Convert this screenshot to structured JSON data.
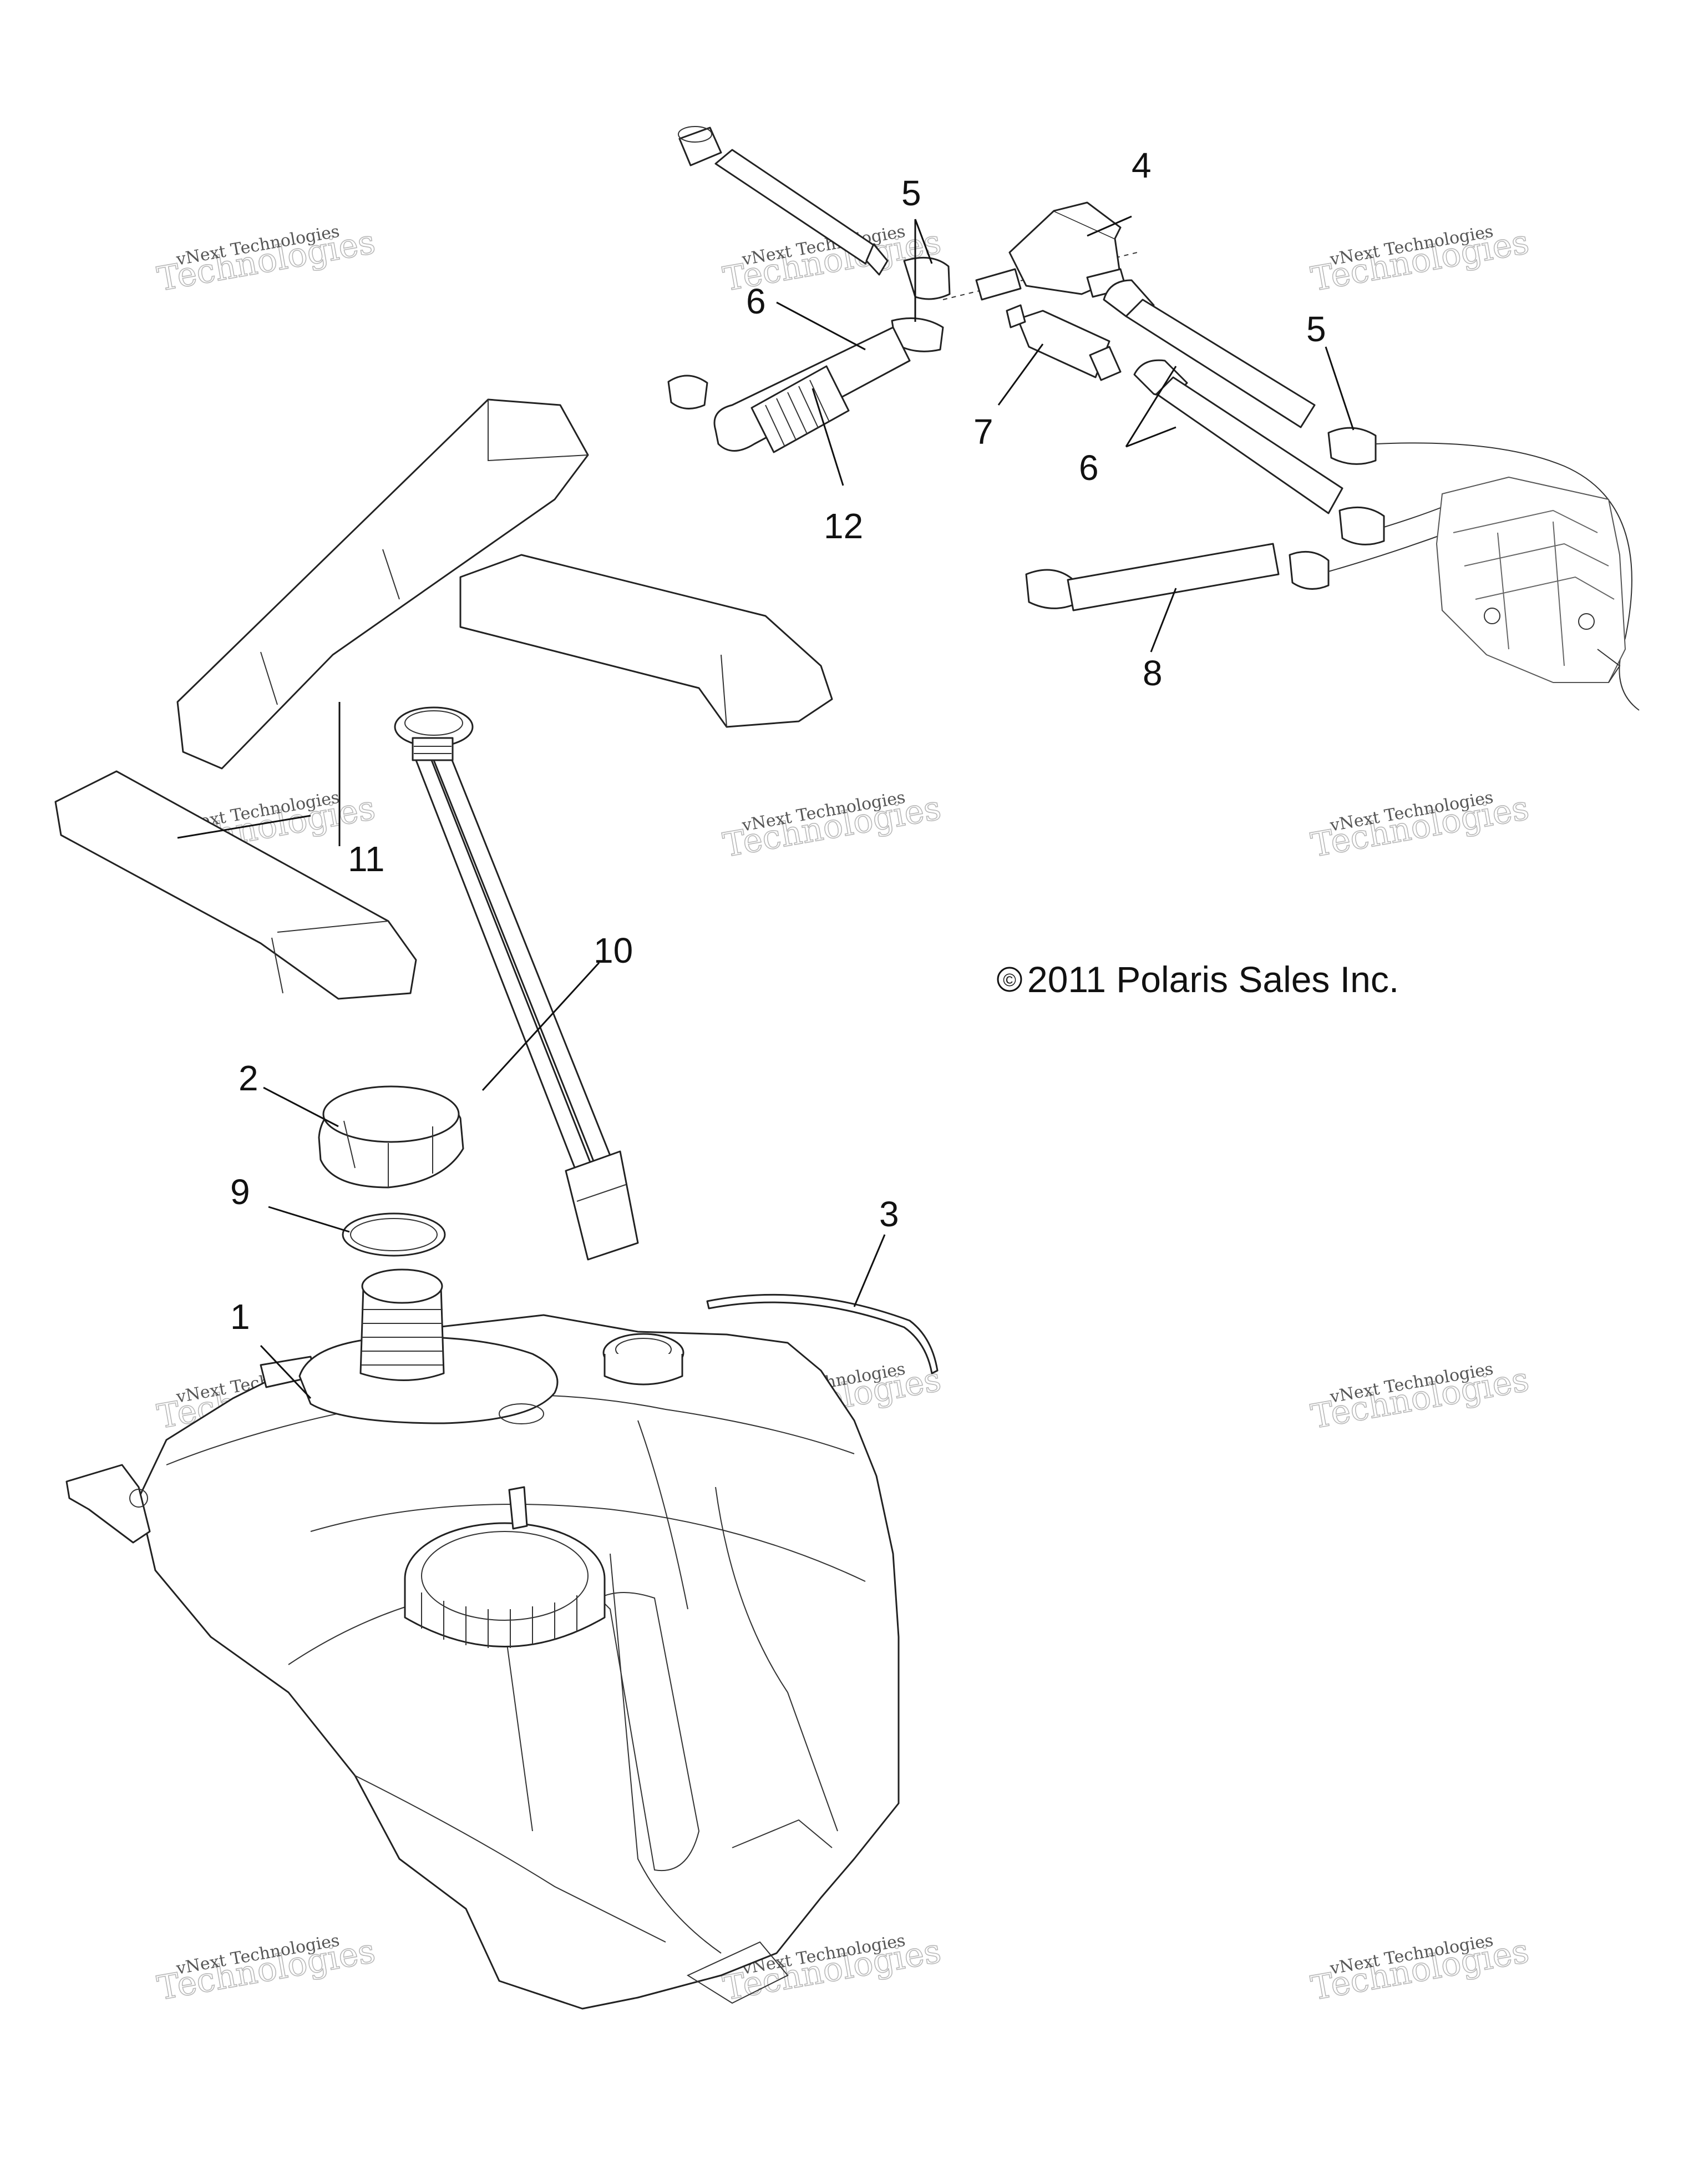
{
  "diagram": {
    "copyright": "2011 Polaris Sales Inc.",
    "copyright_symbol": "©",
    "watermark_line1": "vNext Technologies",
    "watermark_line2": "Technologies",
    "callouts": [
      {
        "id": "c1",
        "label": "1"
      },
      {
        "id": "c2",
        "label": "2"
      },
      {
        "id": "c3",
        "label": "3"
      },
      {
        "id": "c4",
        "label": "4"
      },
      {
        "id": "c5a",
        "label": "5"
      },
      {
        "id": "c5b",
        "label": "5"
      },
      {
        "id": "c6a",
        "label": "6"
      },
      {
        "id": "c6b",
        "label": "6"
      },
      {
        "id": "c7",
        "label": "7"
      },
      {
        "id": "c8",
        "label": "8"
      },
      {
        "id": "c9",
        "label": "9"
      },
      {
        "id": "c10",
        "label": "10"
      },
      {
        "id": "c11",
        "label": "11"
      },
      {
        "id": "c12",
        "label": "12"
      }
    ]
  }
}
